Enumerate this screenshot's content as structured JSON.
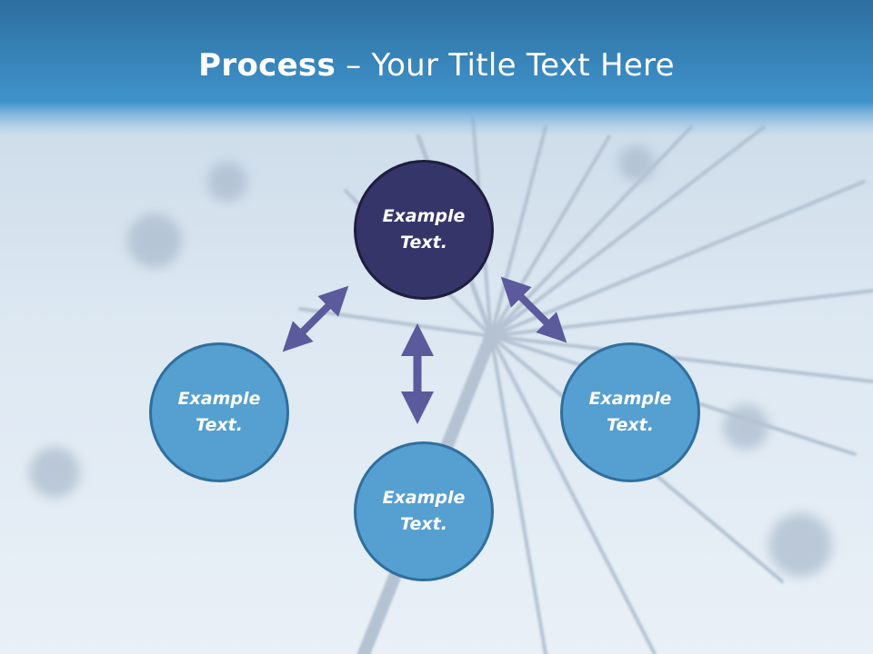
{
  "title": {
    "bold": "Process",
    "rest": " – Your Title Text Here"
  },
  "nodes": [
    {
      "id": "top",
      "line1": "Example",
      "line2": "Text."
    },
    {
      "id": "left",
      "line1": "Example",
      "line2": "Text."
    },
    {
      "id": "bottom",
      "line1": "Example",
      "line2": "Text."
    },
    {
      "id": "right",
      "line1": "Example",
      "line2": "Text."
    }
  ],
  "colors": {
    "header": "#3b8dc6",
    "node_fill": "#559fd1",
    "node_border": "#2f6f9e",
    "center_node_fill": "#35356a",
    "arrow": "#5a5a9c"
  }
}
